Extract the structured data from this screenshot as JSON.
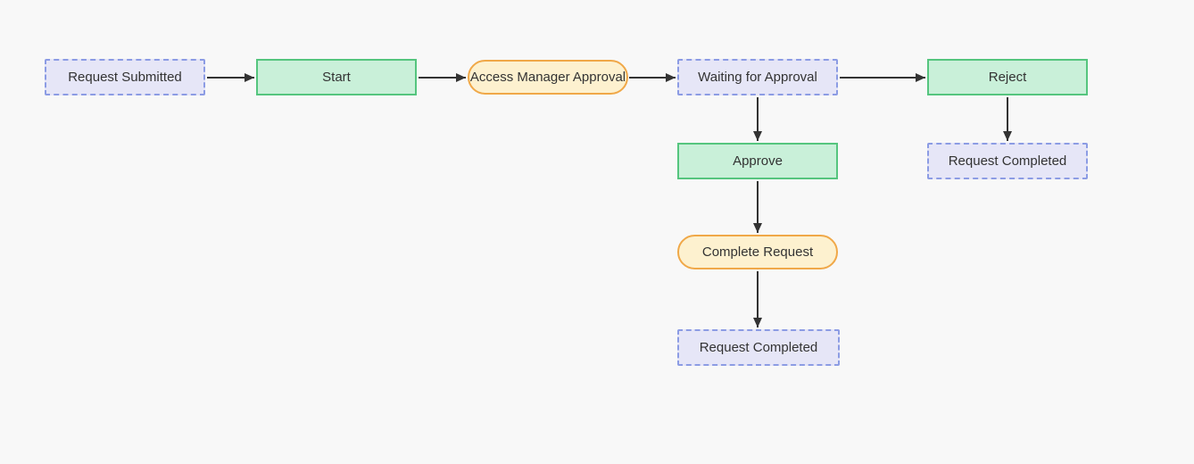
{
  "diagram": {
    "type": "flowchart",
    "direction": "left-to-right",
    "nodes": [
      {
        "id": "request-submitted",
        "label": "Request Submitted",
        "shape": "dashed-state"
      },
      {
        "id": "start",
        "label": "Start",
        "shape": "action-rect"
      },
      {
        "id": "access-manager-approval",
        "label": "Access Manager Approval",
        "shape": "event-pill"
      },
      {
        "id": "waiting-for-approval",
        "label": "Waiting for Approval",
        "shape": "dashed-state"
      },
      {
        "id": "reject",
        "label": "Reject",
        "shape": "action-rect"
      },
      {
        "id": "request-completed-reject",
        "label": "Request Completed",
        "shape": "dashed-state"
      },
      {
        "id": "approve",
        "label": "Approve",
        "shape": "action-rect"
      },
      {
        "id": "complete-request",
        "label": "Complete Request",
        "shape": "event-pill"
      },
      {
        "id": "request-completed-approve",
        "label": "Request Completed",
        "shape": "dashed-state"
      }
    ],
    "edges": [
      {
        "from": "request-submitted",
        "to": "start"
      },
      {
        "from": "start",
        "to": "access-manager-approval"
      },
      {
        "from": "access-manager-approval",
        "to": "waiting-for-approval"
      },
      {
        "from": "waiting-for-approval",
        "to": "reject"
      },
      {
        "from": "waiting-for-approval",
        "to": "approve"
      },
      {
        "from": "reject",
        "to": "request-completed-reject"
      },
      {
        "from": "approve",
        "to": "complete-request"
      },
      {
        "from": "complete-request",
        "to": "request-completed-approve"
      }
    ]
  },
  "colors": {
    "canvas-bg": "#f8f8f8",
    "state-fill": "#e6e6f7",
    "state-border": "#8c9ce4",
    "action-fill": "#c9f0d9",
    "action-border": "#55c57e",
    "event-fill": "#fdf1cf",
    "event-border": "#f0a848",
    "text": "#333333",
    "arrow": "#333333"
  }
}
